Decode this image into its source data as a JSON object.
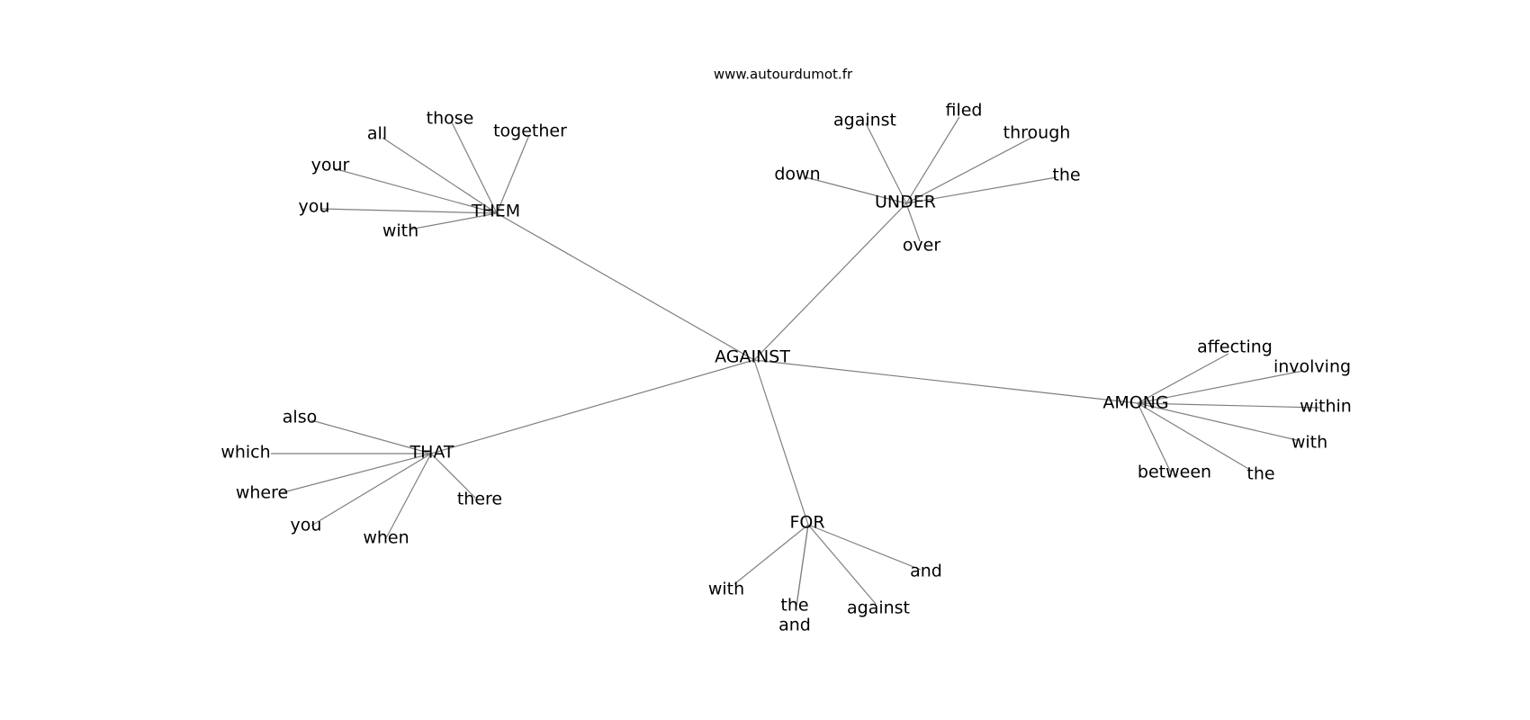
{
  "source": "www.autourdumot.fr",
  "center": "AGAINST",
  "groups": [
    {
      "id": "them",
      "word": "THEM",
      "related": [
        "all",
        "those",
        "together",
        "your",
        "you",
        "with"
      ]
    },
    {
      "id": "under",
      "word": "UNDER",
      "related": [
        "against",
        "filed",
        "through",
        "down",
        "the",
        "over"
      ]
    },
    {
      "id": "among",
      "word": "AMONG",
      "related": [
        "affecting",
        "involving",
        "within",
        "with",
        "between",
        "the"
      ]
    },
    {
      "id": "that",
      "word": "THAT",
      "related": [
        "also",
        "which",
        "where",
        "you",
        "when",
        "there"
      ]
    },
    {
      "id": "for",
      "word": "FOR",
      "related": [
        "with",
        "the",
        "and",
        "against",
        "and"
      ]
    }
  ],
  "colors": {
    "edge": "#7f7f7f",
    "text": "#000000",
    "background": "#ffffff"
  }
}
